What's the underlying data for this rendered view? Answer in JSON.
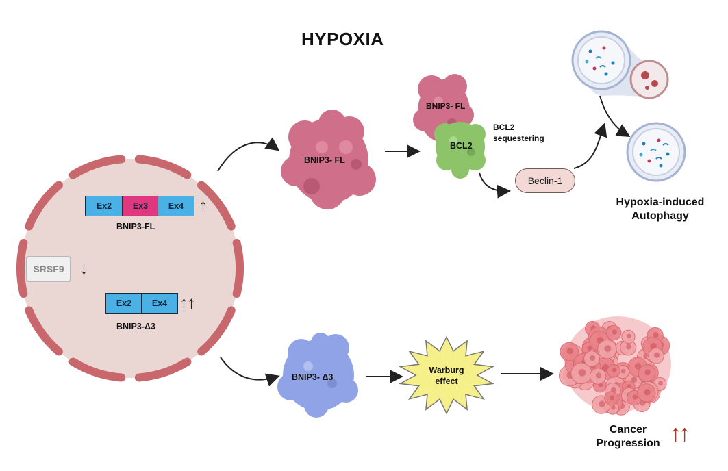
{
  "title": "HYPOXIA",
  "cell": {
    "bnip3_fl_exons": [
      "Ex2",
      "Ex3",
      "Ex4"
    ],
    "bnip3_fl_label": "BNIP3-FL",
    "bnip3_fl_trend": "↑",
    "bnip3_d3_exons": [
      "Ex2",
      "Ex4"
    ],
    "bnip3_d3_label": "BNIP3-Δ3",
    "bnip3_d3_trend": "↑↑",
    "srsf9_label": "SRSF9",
    "srsf9_trend": "↓"
  },
  "upper_path": {
    "protein_label": "BNIP3- FL",
    "complex_bnip3_label": "BNIP3- FL",
    "complex_bcl2_label": "BCL2",
    "sequestering_label": "BCL2\nsequestering",
    "beclin_label": "Beclin-1",
    "outcome_label": "Hypoxia-induced\nAutophagy"
  },
  "lower_path": {
    "protein_label": "BNIP3- Δ3",
    "warburg_label": "Warburg\neffect",
    "outcome_label": "Cancer\nProgression",
    "outcome_trend": "↑↑"
  },
  "colors": {
    "cell_fill": "#ead7d4",
    "membrane": "#c8676c",
    "exon_blue": "#4ab1e6",
    "exon_pink": "#e0377f",
    "bnip3_fl_protein": "#cf6f8a",
    "bcl2_protein": "#8dc46a",
    "bnip3_d3_protein": "#8fa3e6",
    "warburg_fill": "#f6f08a",
    "tumor": "#e9848a",
    "red_arrow": "#a83a2c"
  }
}
